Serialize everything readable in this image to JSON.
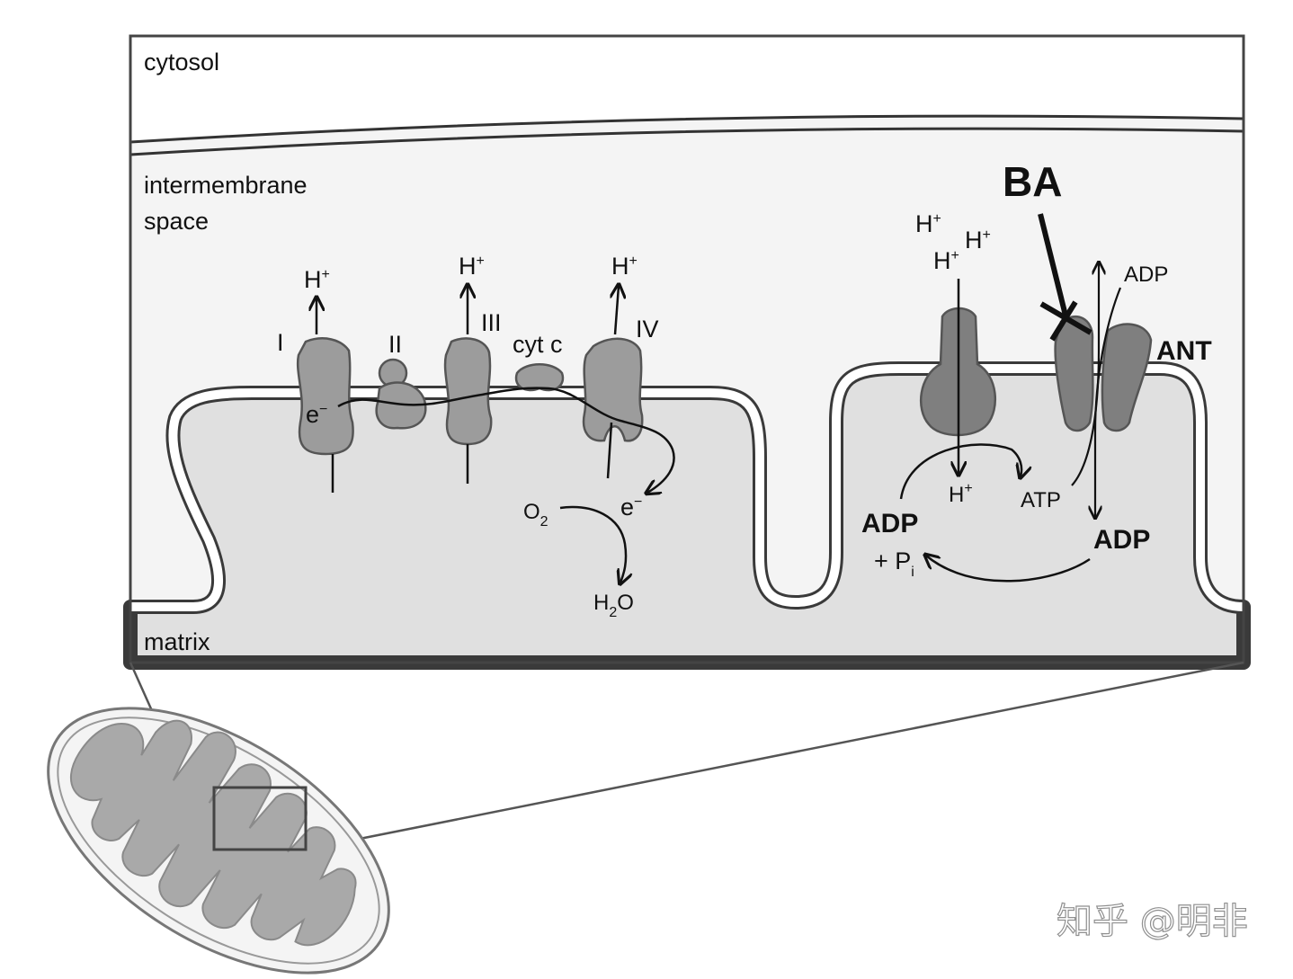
{
  "compartments": {
    "cytosol": "cytosol",
    "intermembrane_line1": "intermembrane",
    "intermembrane_line2": "space",
    "matrix": "matrix"
  },
  "complexes": {
    "I": "I",
    "II": "II",
    "III": "III",
    "cyt_c": "cyt c",
    "IV": "IV"
  },
  "species": {
    "proton": "H",
    "proton_charge": "+",
    "electron": "e",
    "electron_charge": "−",
    "oxygen": "O",
    "oxygen_sub": "2",
    "water_h": "H",
    "water_sub": "2",
    "water_o": "O",
    "atp": "ATP",
    "adp": "ADP",
    "pi_prefix": "+ P",
    "pi_sub": "i"
  },
  "inhibitor": "BA",
  "transporter": "ANT",
  "watermark": "知乎 @明非",
  "colors": {
    "protein": "#9c9c9c",
    "protein_dark": "#7a7a7a",
    "ims": "#f4f4f4",
    "matrix": "#e0e0e0",
    "outline": "#333333"
  }
}
